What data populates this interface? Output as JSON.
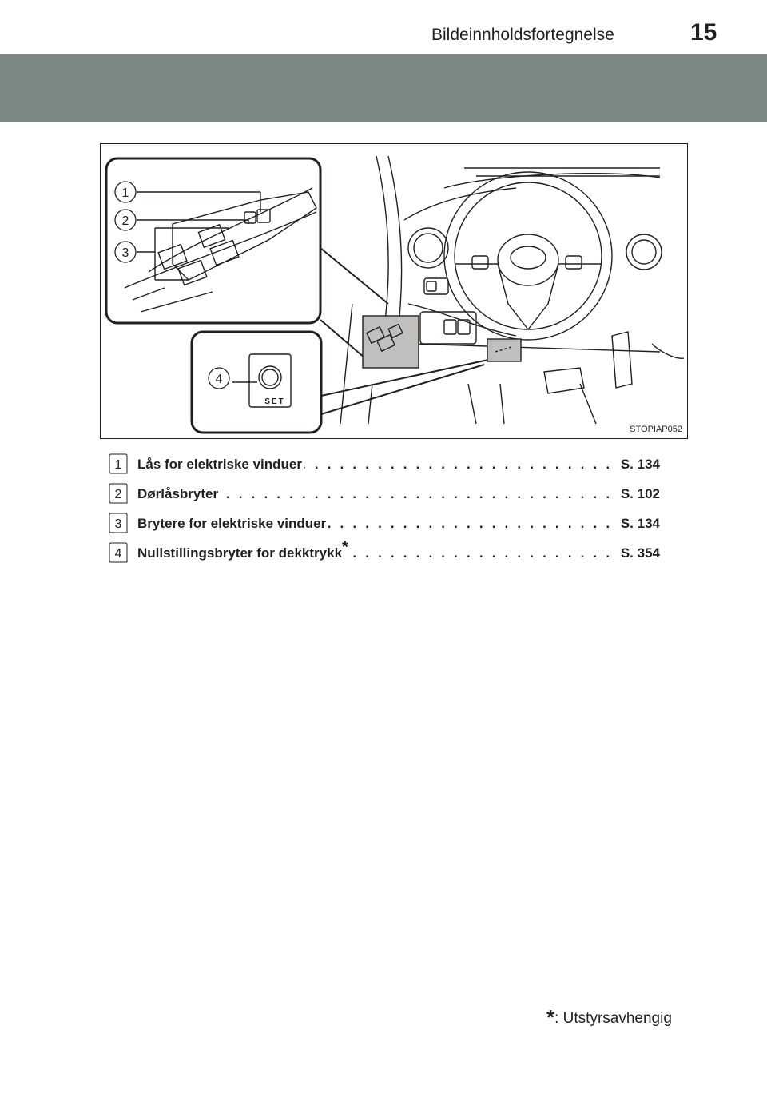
{
  "header": {
    "title": "Bildeinnholdsfortegnelse",
    "page_number": "15"
  },
  "figure": {
    "id": "STOPIAP052",
    "callouts": [
      "1",
      "2",
      "3",
      "4"
    ],
    "set_label": "SET"
  },
  "items": [
    {
      "number": "1",
      "label": "Lås for elektriske vinduer",
      "asterisk": "",
      "page": "S. 134"
    },
    {
      "number": "2",
      "label": "Dørlåsbryter",
      "asterisk": "",
      "page": "S. 102"
    },
    {
      "number": "3",
      "label": "Brytere for elektriske vinduer",
      "asterisk": "",
      "page": "S. 134"
    },
    {
      "number": "4",
      "label": "Nullstillingsbryter for dekktrykk",
      "asterisk": "*",
      "page": "S. 354"
    }
  ],
  "footnote": {
    "marker": "*",
    "text": ": Utstyrsavhengig"
  }
}
